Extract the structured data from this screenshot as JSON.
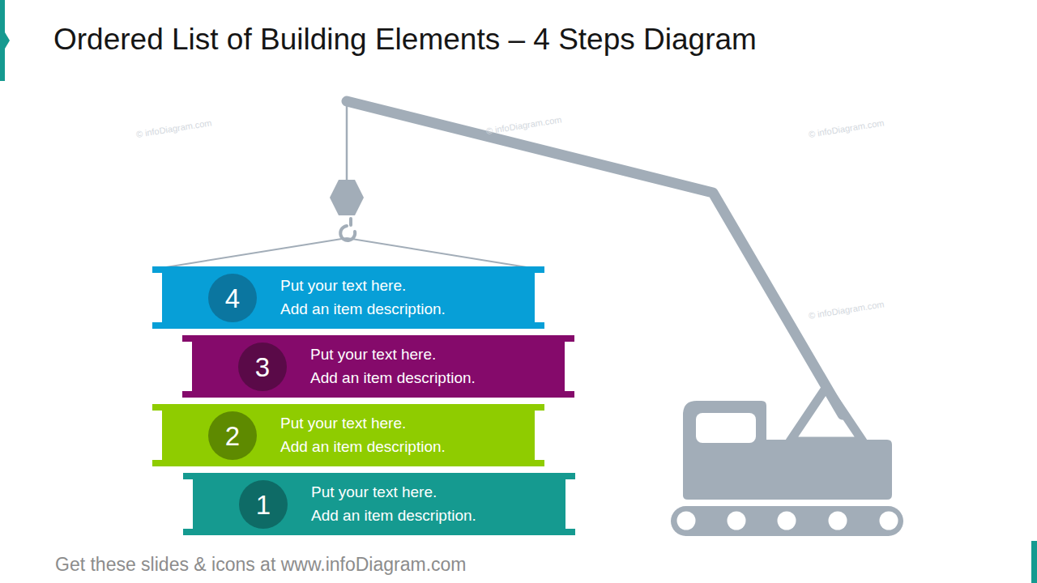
{
  "diagram": {
    "title": "Ordered List of Building Elements – 4 Steps Diagram",
    "nodes": [
      {
        "text": [
          "Put your text here.",
          "Add an item description."
        ]
      },
      {
        "text": [
          "4"
        ],
        "in": 0
      },
      {
        "text": [
          "Put your text here.",
          "Add an item description."
        ]
      },
      {
        "text": [
          "3"
        ],
        "in": 2
      },
      {
        "text": [
          "Put your text here.",
          "Add an item description."
        ]
      },
      {
        "text": [
          "2"
        ],
        "in": 4
      },
      {
        "text": [
          "Put your text here.",
          "Add an item description."
        ]
      },
      {
        "text": [
          "1"
        ],
        "in": 6
      }
    ],
    "labels": [
      "© infoDiagram.com",
      "© infoDiagram.com",
      "© infoDiagram.com",
      "© infoDiagram.com",
      "Get these slides & icons at www.infoDiagram.com"
    ]
  }
}
